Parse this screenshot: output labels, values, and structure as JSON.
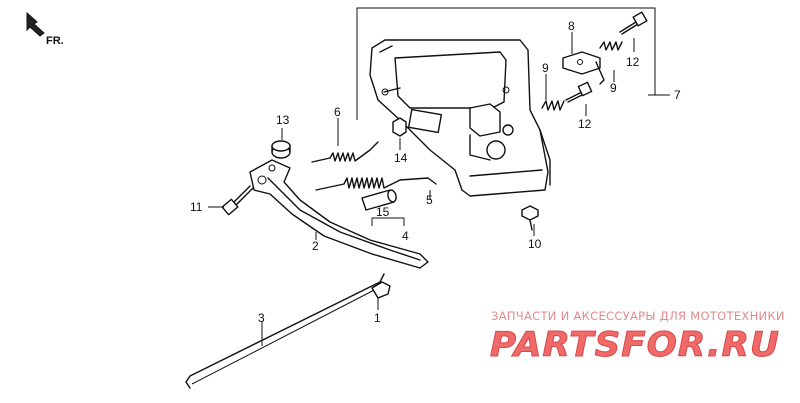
{
  "direction": {
    "label": "FR."
  },
  "callouts": [
    {
      "id": "c1",
      "text": "1"
    },
    {
      "id": "c2",
      "text": "2"
    },
    {
      "id": "c3",
      "text": "3"
    },
    {
      "id": "c4",
      "text": "4"
    },
    {
      "id": "c5",
      "text": "5"
    },
    {
      "id": "c6",
      "text": "6"
    },
    {
      "id": "c7",
      "text": "7"
    },
    {
      "id": "c8",
      "text": "8"
    },
    {
      "id": "c9a",
      "text": "9"
    },
    {
      "id": "c9b",
      "text": "9"
    },
    {
      "id": "c10",
      "text": "10"
    },
    {
      "id": "c11",
      "text": "11"
    },
    {
      "id": "c12a",
      "text": "12"
    },
    {
      "id": "c12b",
      "text": "12"
    },
    {
      "id": "c13",
      "text": "13"
    },
    {
      "id": "c14",
      "text": "14"
    },
    {
      "id": "c15",
      "text": "15"
    }
  ],
  "watermark": {
    "tagline": "ЗАПЧАСТИ И АКСЕССУАРЫ ДЛЯ МОТОТЕХНИКИ",
    "brand": "PARTSFOR.RU",
    "color": "#f06a6a"
  }
}
